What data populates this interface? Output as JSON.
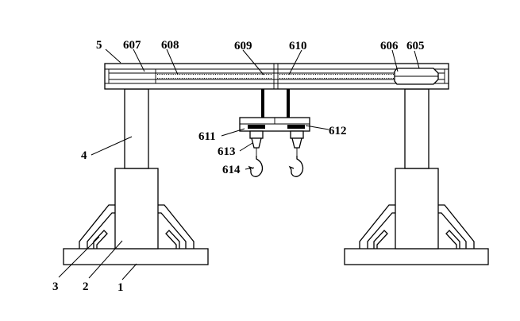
{
  "labels": {
    "l1": "1",
    "l2": "2",
    "l3": "3",
    "l4": "4",
    "l5": "5",
    "l605": "605",
    "l606": "606",
    "l607": "607",
    "l608": "608",
    "l609": "609",
    "l610": "610",
    "l611": "611",
    "l612": "612",
    "l613": "613",
    "l614": "614"
  }
}
